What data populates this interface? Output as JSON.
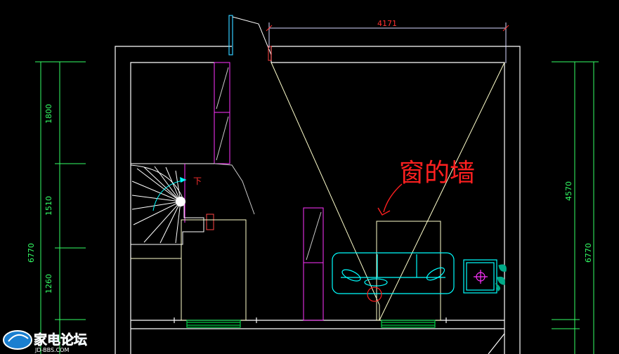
{
  "diagram": {
    "background": "#000000",
    "colors": {
      "wall": "#ffffff",
      "wall_light": "#ffffcc",
      "furniture": "#00ffff",
      "cabinet": "#ff33ff",
      "dimension": "#33ff66",
      "dimension_top": "#d8d8ff",
      "annotation": "#ff2020",
      "window": "#00cc44",
      "plant": "#00aa88"
    },
    "dimensions": {
      "top_width": "4171",
      "left_segments": [
        "1800",
        "1510",
        "1260"
      ],
      "left_total": "6770",
      "right_segment": "4570",
      "right_total": "6770"
    },
    "annotation": {
      "text": "窗的墙"
    },
    "stair_label": "下",
    "logo": {
      "text": "家电论坛",
      "sub": "JD-BBS.COM"
    }
  }
}
